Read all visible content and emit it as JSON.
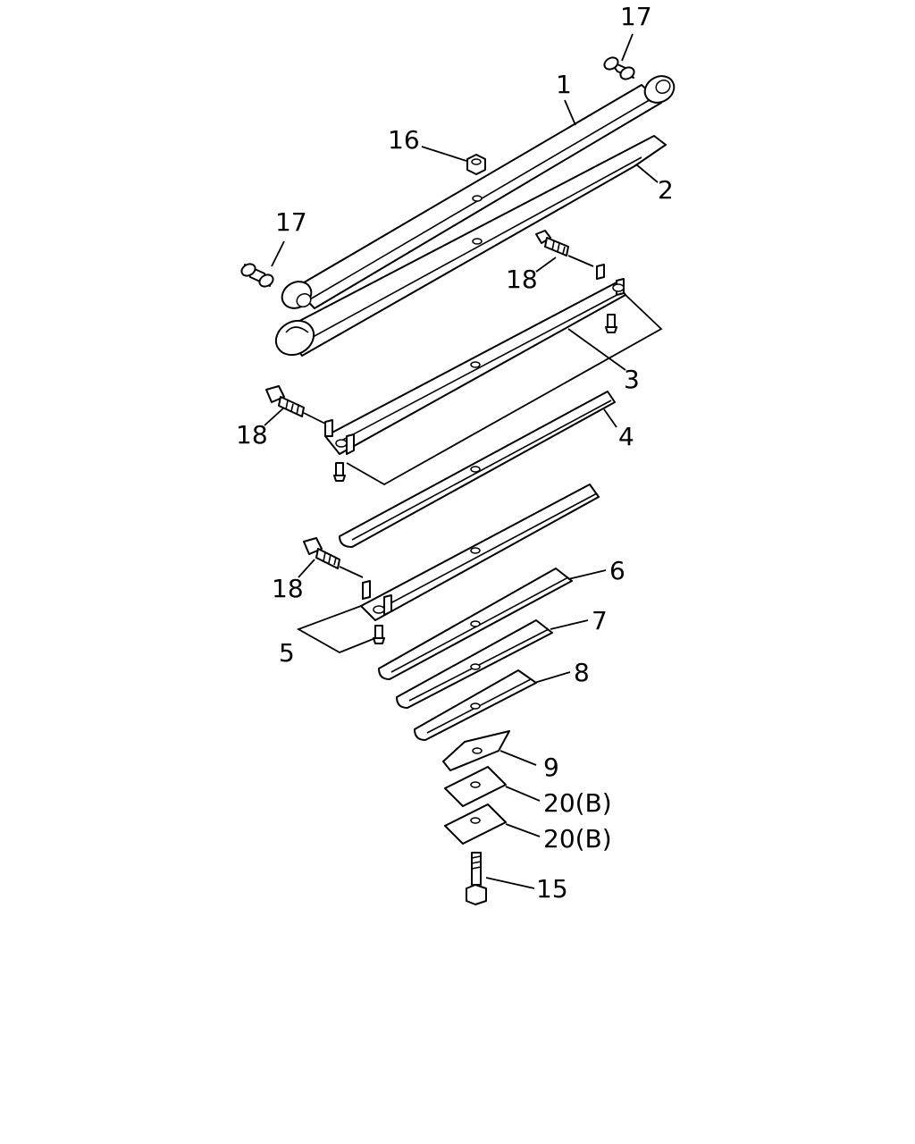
{
  "callouts": {
    "c17a": "17",
    "c1": "1",
    "c16": "16",
    "c2": "2",
    "c17b": "17",
    "c18a": "18",
    "c3": "3",
    "c18b": "18",
    "c4": "4",
    "c18c": "18",
    "c6": "6",
    "c7": "7",
    "c5": "5",
    "c8": "8",
    "c9": "9",
    "c20a": "20(B)",
    "c20b": "20(B)",
    "c15": "15"
  },
  "colors": {
    "line": "#000000",
    "background": "#ffffff"
  }
}
